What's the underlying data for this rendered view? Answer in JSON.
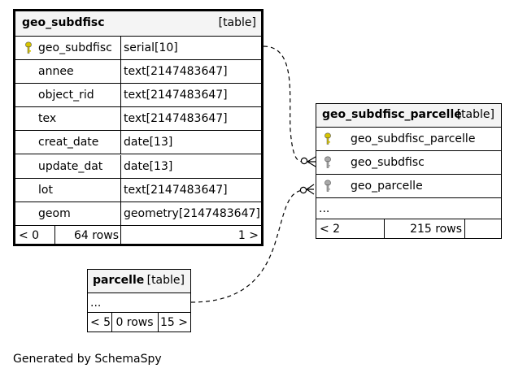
{
  "tables": {
    "geo_subdfisc": {
      "name": "geo_subdfisc",
      "kind": "[table]",
      "columns": [
        {
          "name": "geo_subdfisc",
          "type": "serial[10]",
          "key": "primary"
        },
        {
          "name": "annee",
          "type": "text[2147483647]",
          "key": ""
        },
        {
          "name": "object_rid",
          "type": "text[2147483647]",
          "key": ""
        },
        {
          "name": "tex",
          "type": "text[2147483647]",
          "key": ""
        },
        {
          "name": "creat_date",
          "type": "date[13]",
          "key": ""
        },
        {
          "name": "update_dat",
          "type": "date[13]",
          "key": ""
        },
        {
          "name": "lot",
          "type": "text[2147483647]",
          "key": ""
        },
        {
          "name": "geom",
          "type": "geometry[2147483647]",
          "key": ""
        }
      ],
      "footer": {
        "parents": "< 0",
        "rows": "64 rows",
        "children": "1 >"
      }
    },
    "geo_subdfisc_parcelle": {
      "name": "geo_subdfisc_parcelle",
      "kind": "[table]",
      "columns": [
        {
          "name": "geo_subdfisc_parcelle",
          "key": "primary"
        },
        {
          "name": "geo_subdfisc",
          "key": "foreign"
        },
        {
          "name": "geo_parcelle",
          "key": "foreign"
        }
      ],
      "ellipsis": "...",
      "footer": {
        "parents": "< 2",
        "rows": "215 rows",
        "children": ""
      }
    },
    "parcelle": {
      "name": "parcelle",
      "kind": "[table]",
      "ellipsis": "...",
      "footer": {
        "parents": "< 5",
        "rows": "0 rows",
        "children": "15 >"
      }
    }
  },
  "generated_by": "Generated by SchemaSpy",
  "colors": {
    "primary_key": "#d6c400",
    "foreign_key": "#a9a9a9",
    "header_bg": "#f4f4f4"
  }
}
